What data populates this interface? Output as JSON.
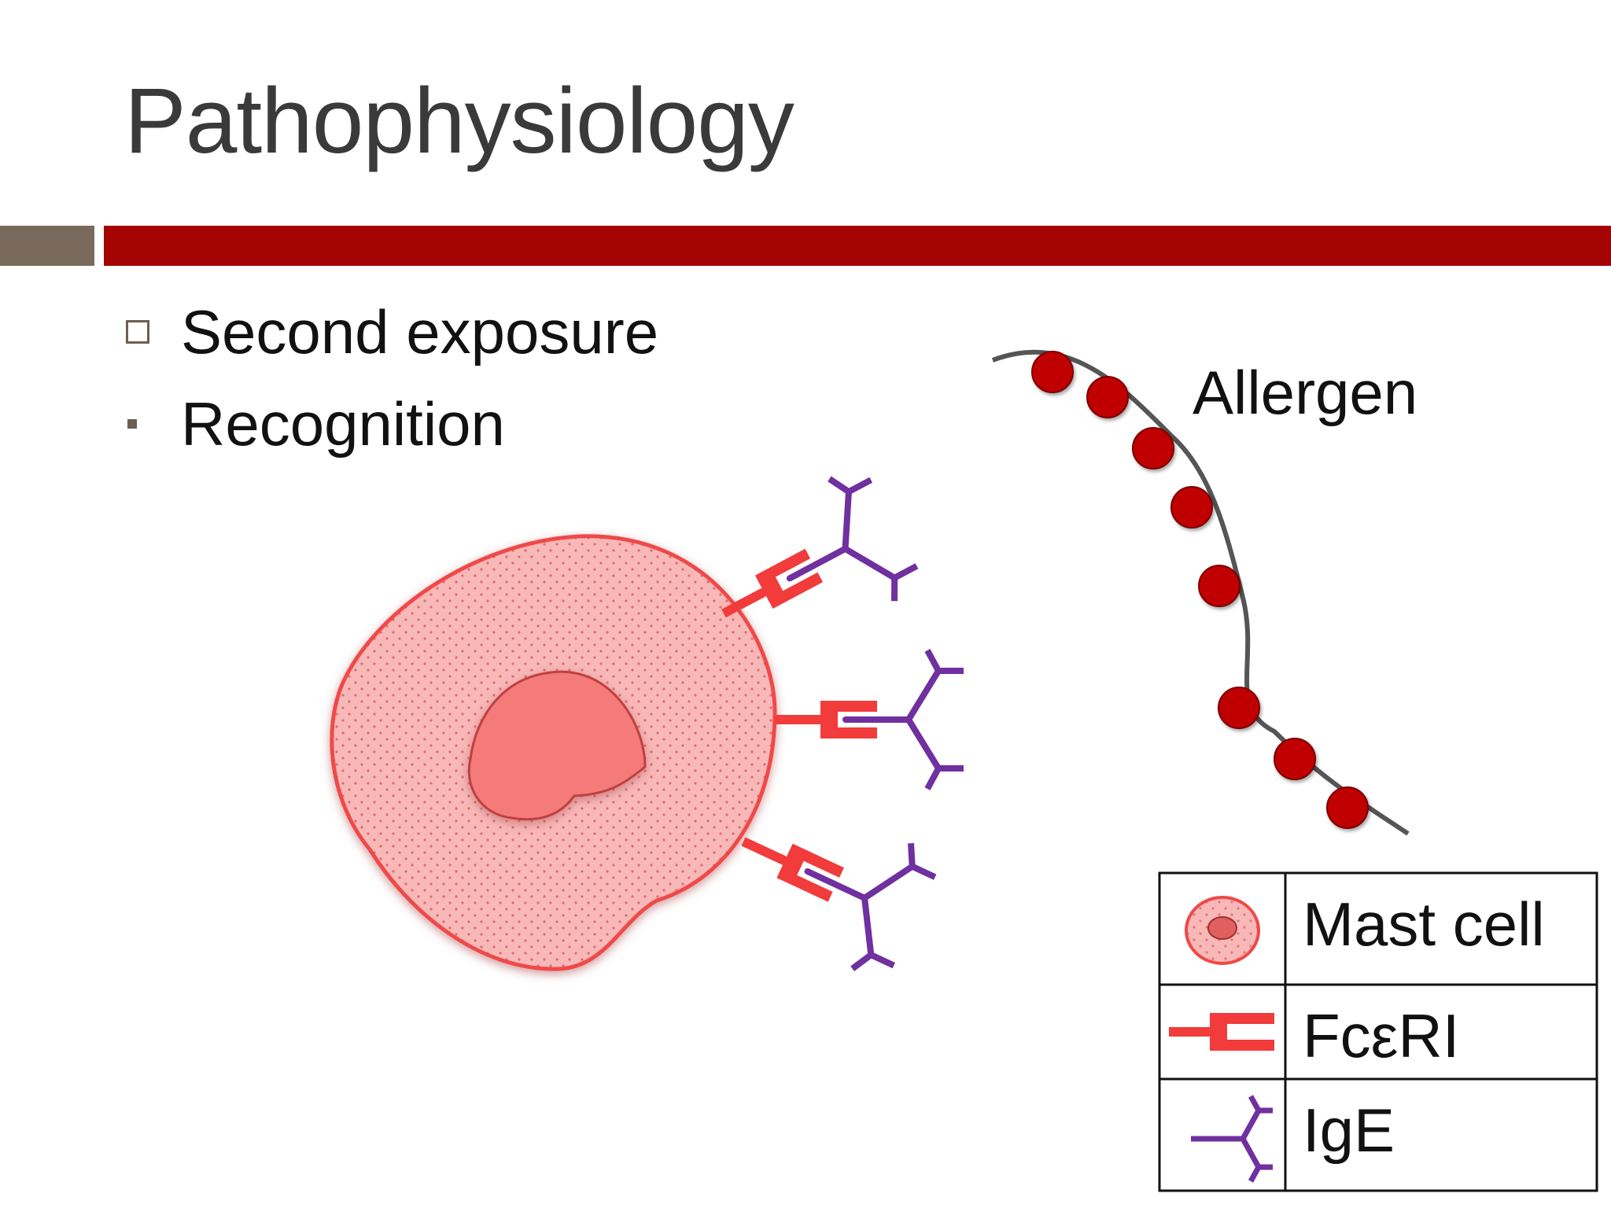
{
  "slide": {
    "title": "Pathophysiology",
    "bullets": [
      {
        "text": "Second exposure",
        "marker": "hollow-square"
      },
      {
        "text": "Recognition",
        "marker": "filled-square"
      }
    ]
  },
  "diagram": {
    "allergen_label": "Allergen",
    "colors": {
      "accent_bar": "#a50404",
      "accent_bar_left": "#7a6a5c",
      "cell_fill": "#f8b8b8",
      "cell_edge": "#f04848",
      "nucleus": "#f57a7a",
      "receptor": "#f23b3b",
      "ige": "#7030a0",
      "allergen_bead": "#c00000",
      "allergen_strand": "#555555"
    }
  },
  "legend": {
    "rows": [
      {
        "icon": "mast-cell-icon",
        "label": "Mast cell"
      },
      {
        "icon": "fc-receptor-icon",
        "label": "FcεRI"
      },
      {
        "icon": "ige-antibody-icon",
        "label": "IgE"
      }
    ]
  }
}
